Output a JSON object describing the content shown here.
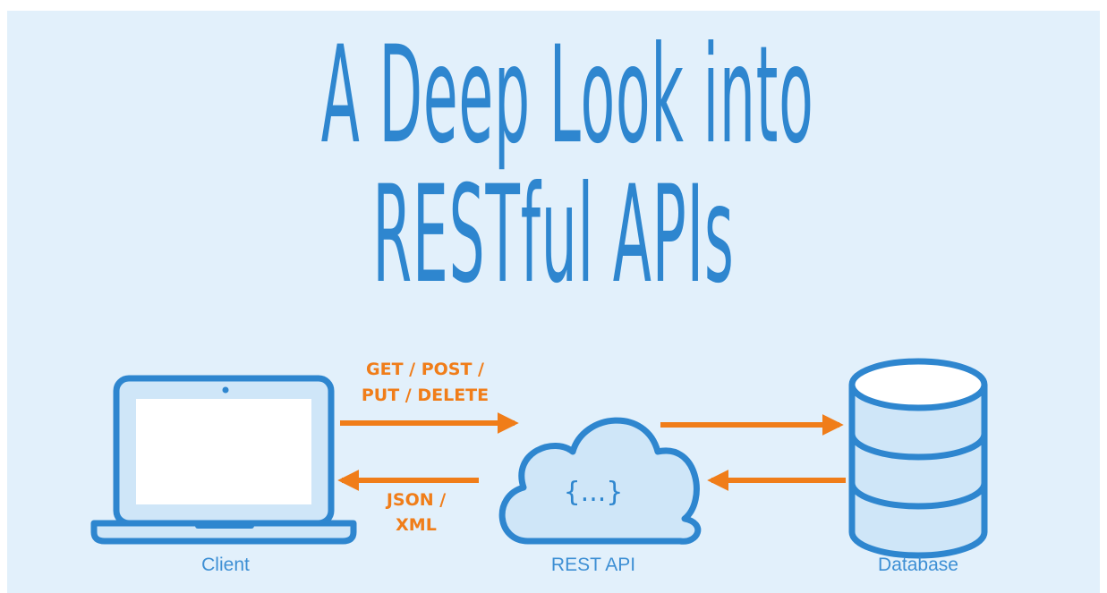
{
  "title": {
    "line1": "A Deep Look into",
    "line2": "RESTful APIs"
  },
  "request_methods": {
    "line1": "GET / POST /",
    "line2": "PUT / DELETE"
  },
  "response_formats": {
    "line1": "JSON /",
    "line2": "XML"
  },
  "cloud_symbol": "{...}",
  "labels": {
    "client": "Client",
    "rest_api": "REST API",
    "database": "Database"
  },
  "colors": {
    "background": "#e2f0fb",
    "primary_blue": "#2e86cf",
    "light_fill": "#cfe6f8",
    "arrow_orange": "#f07d19"
  },
  "icons": {
    "client": "laptop-icon",
    "rest_api": "cloud-icon",
    "database": "database-icon"
  }
}
